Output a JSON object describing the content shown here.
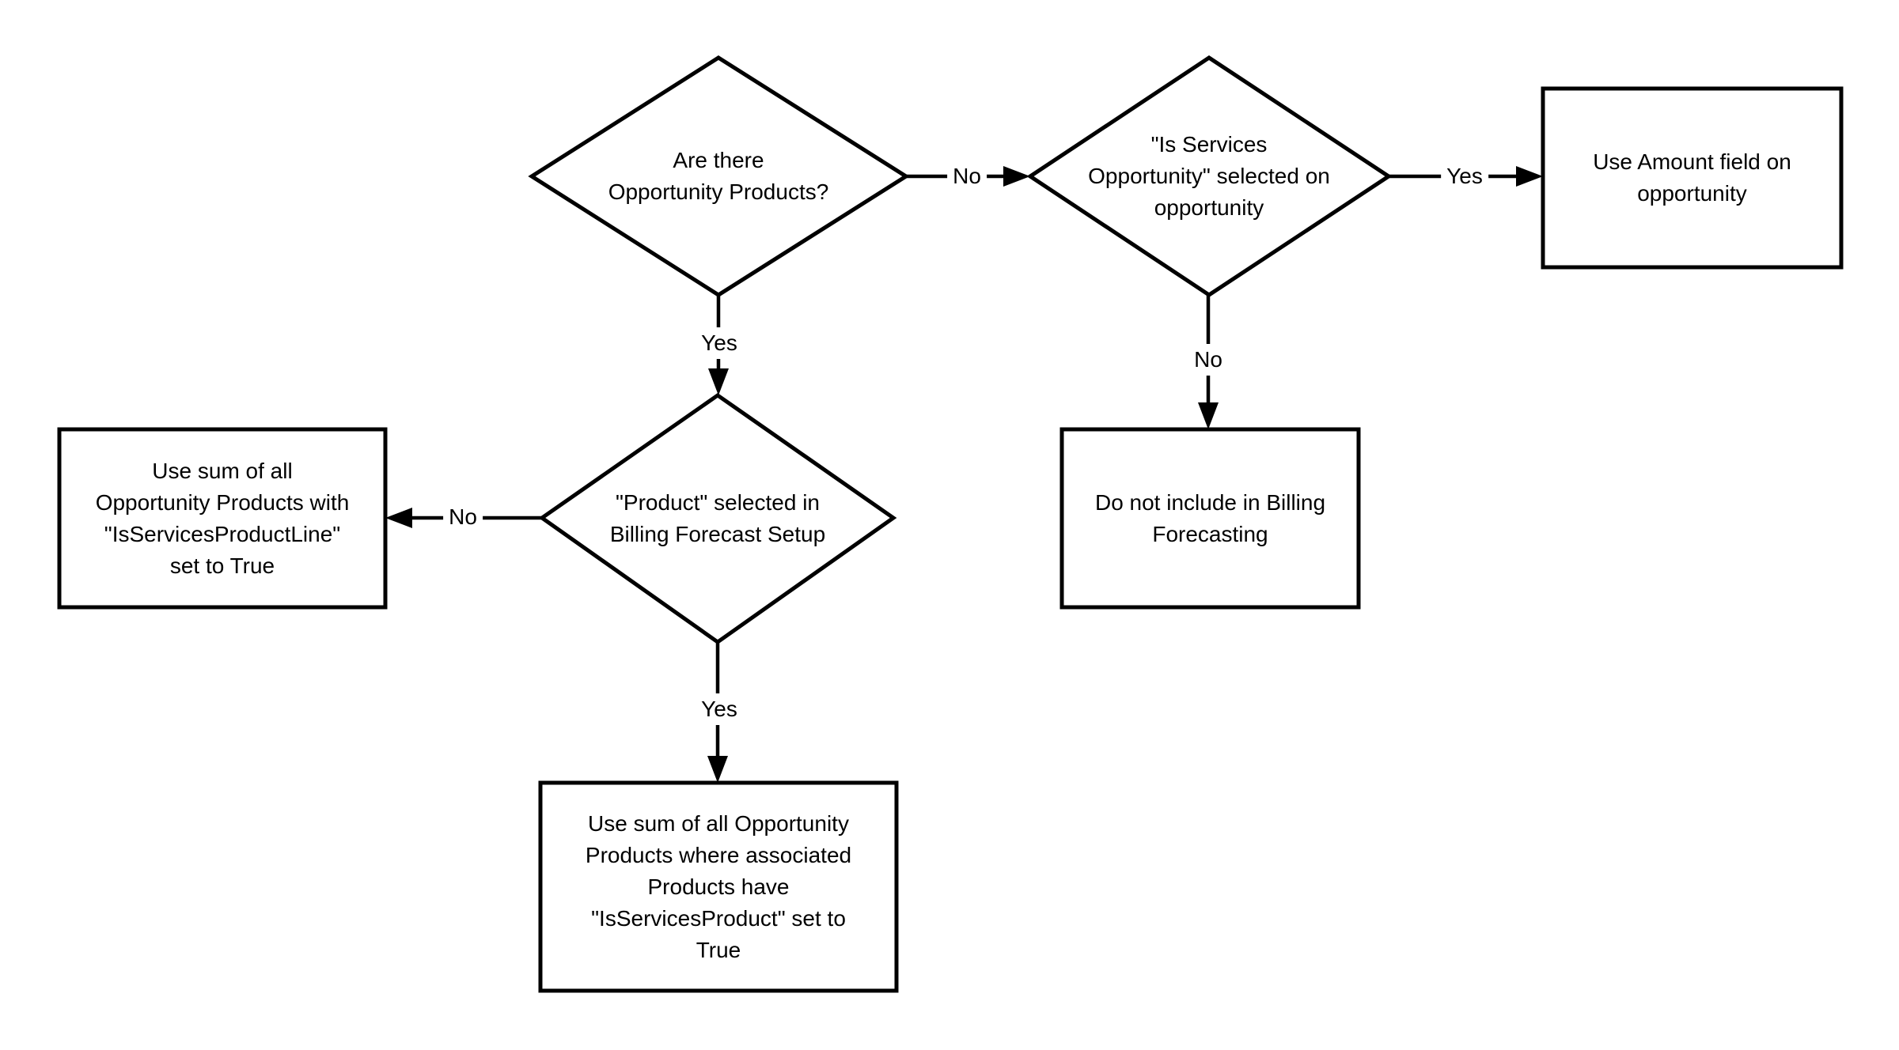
{
  "diagram": {
    "colors": {
      "background": "#ffffff",
      "line": "#000000",
      "text": "#000000"
    },
    "nodes": [
      {
        "id": "q1",
        "type": "decision",
        "label": "Are there\nOpportunity Products?"
      },
      {
        "id": "q2",
        "type": "decision",
        "label": "\"Is Services\nOpportunity\" selected on\nopportunity"
      },
      {
        "id": "q3",
        "type": "decision",
        "label": "\"Product\" selected in\nBilling Forecast Setup"
      },
      {
        "id": "use-amount",
        "type": "process",
        "label": "Use Amount field on\nopportunity"
      },
      {
        "id": "sum-productline",
        "type": "process",
        "label": "Use sum of all\nOpportunity Products with\n\"IsServicesProductLine\"\nset to True"
      },
      {
        "id": "exclude",
        "type": "process",
        "label": "Do not include in Billing\nForecasting"
      },
      {
        "id": "sum-product",
        "type": "process",
        "label": "Use sum of all Opportunity\nProducts where associated\nProducts have\n\"IsServicesProduct\" set to\nTrue"
      }
    ],
    "edges": [
      {
        "from": "q1",
        "to": "q2",
        "label": "No"
      },
      {
        "from": "q1",
        "to": "q3",
        "label": "Yes"
      },
      {
        "from": "q2",
        "to": "use-amount",
        "label": "Yes"
      },
      {
        "from": "q2",
        "to": "exclude",
        "label": "No"
      },
      {
        "from": "q3",
        "to": "sum-productline",
        "label": "No"
      },
      {
        "from": "q3",
        "to": "sum-product",
        "label": "Yes"
      }
    ]
  }
}
